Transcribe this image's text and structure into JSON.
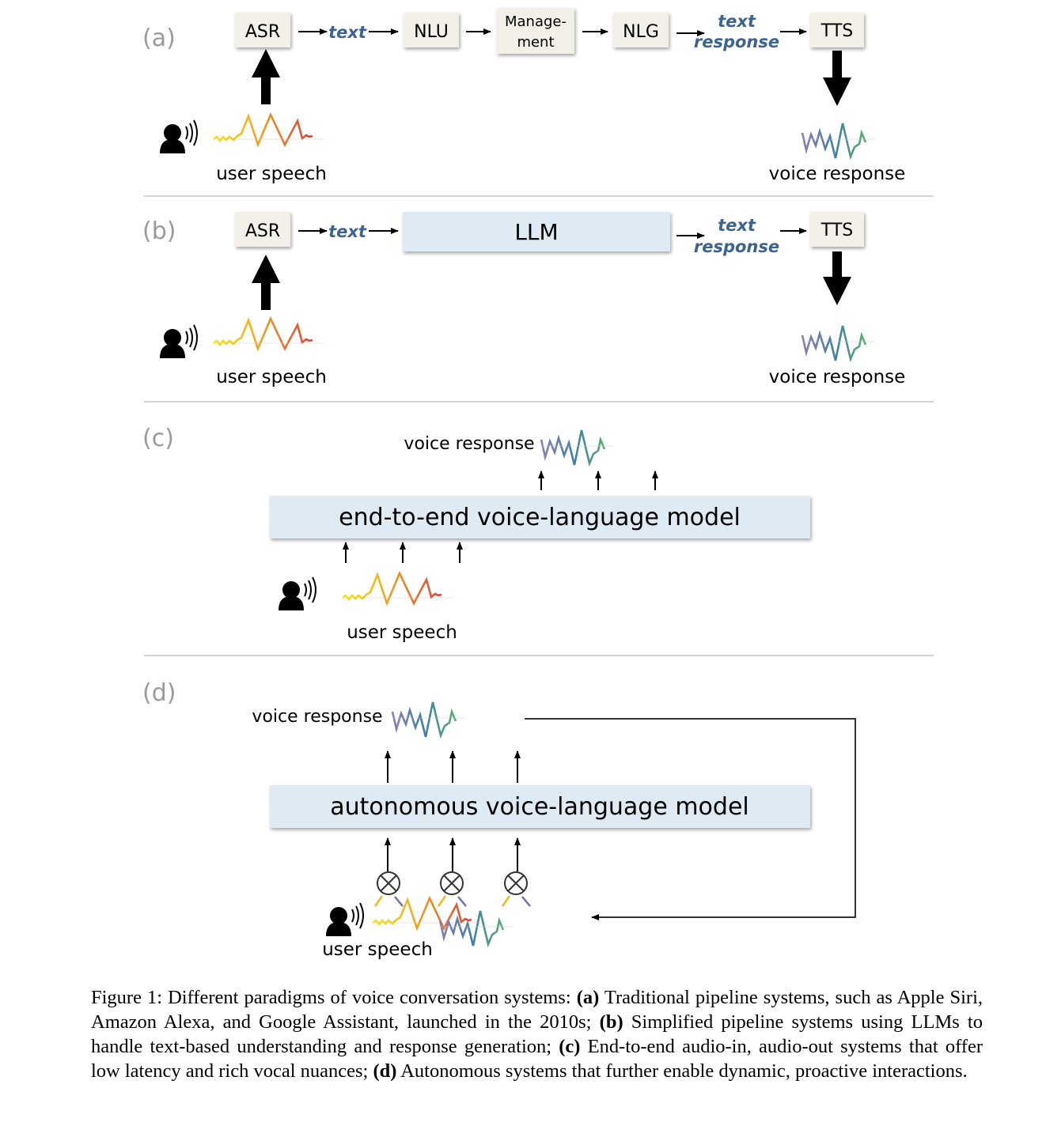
{
  "panels": {
    "a": {
      "label": "(a)",
      "asr": "ASR",
      "text": "text",
      "nlu": "NLU",
      "management_line1": "Manage-",
      "management_line2": "ment",
      "nlg": "NLG",
      "text_response_line1": "text",
      "text_response_line2": "response",
      "tts": "TTS",
      "user_speech": "user speech",
      "voice_response": "voice response"
    },
    "b": {
      "label": "(b)",
      "asr": "ASR",
      "text": "text",
      "llm": "LLM",
      "text_response_line1": "text",
      "text_response_line2": "response",
      "tts": "TTS",
      "user_speech": "user speech",
      "voice_response": "voice response"
    },
    "c": {
      "label": "(c)",
      "voice_response": "voice response",
      "model": "end-to-end voice-language model",
      "user_speech": "user speech"
    },
    "d": {
      "label": "(d)",
      "voice_response": "voice response",
      "model": "autonomous voice-language model",
      "user_speech": "user speech"
    }
  },
  "caption": {
    "prefix": "Figure 1: Different paradigms of voice conversation systems: ",
    "a_tag": "(a)",
    "a_text": " Traditional pipeline systems, such as Apple Siri, Amazon Alexa, and Google Assistant, launched in the 2010s; ",
    "b_tag": "(b)",
    "b_text": " Simplified pipeline systems using LLMs to handle text-based understanding and response generation; ",
    "c_tag": "(c)",
    "c_text": " End-to-end audio-in, audio-out systems that offer low latency and rich vocal nuances; ",
    "d_tag": "(d)",
    "d_text": " Autonomous systems that further enable dynamic, proactive interactions."
  },
  "colors": {
    "box_fill": "#f3efe9",
    "model_fill": "#deebf5",
    "text_accent": "#3d6491",
    "panel_label": "#9a9a9a",
    "separator": "#d4d4d4",
    "user_wave_start": "#f4d01a",
    "user_wave_end": "#e0543a",
    "voice_wave_start": "#7a6aa0",
    "voice_wave_end": "#4ea27a"
  }
}
